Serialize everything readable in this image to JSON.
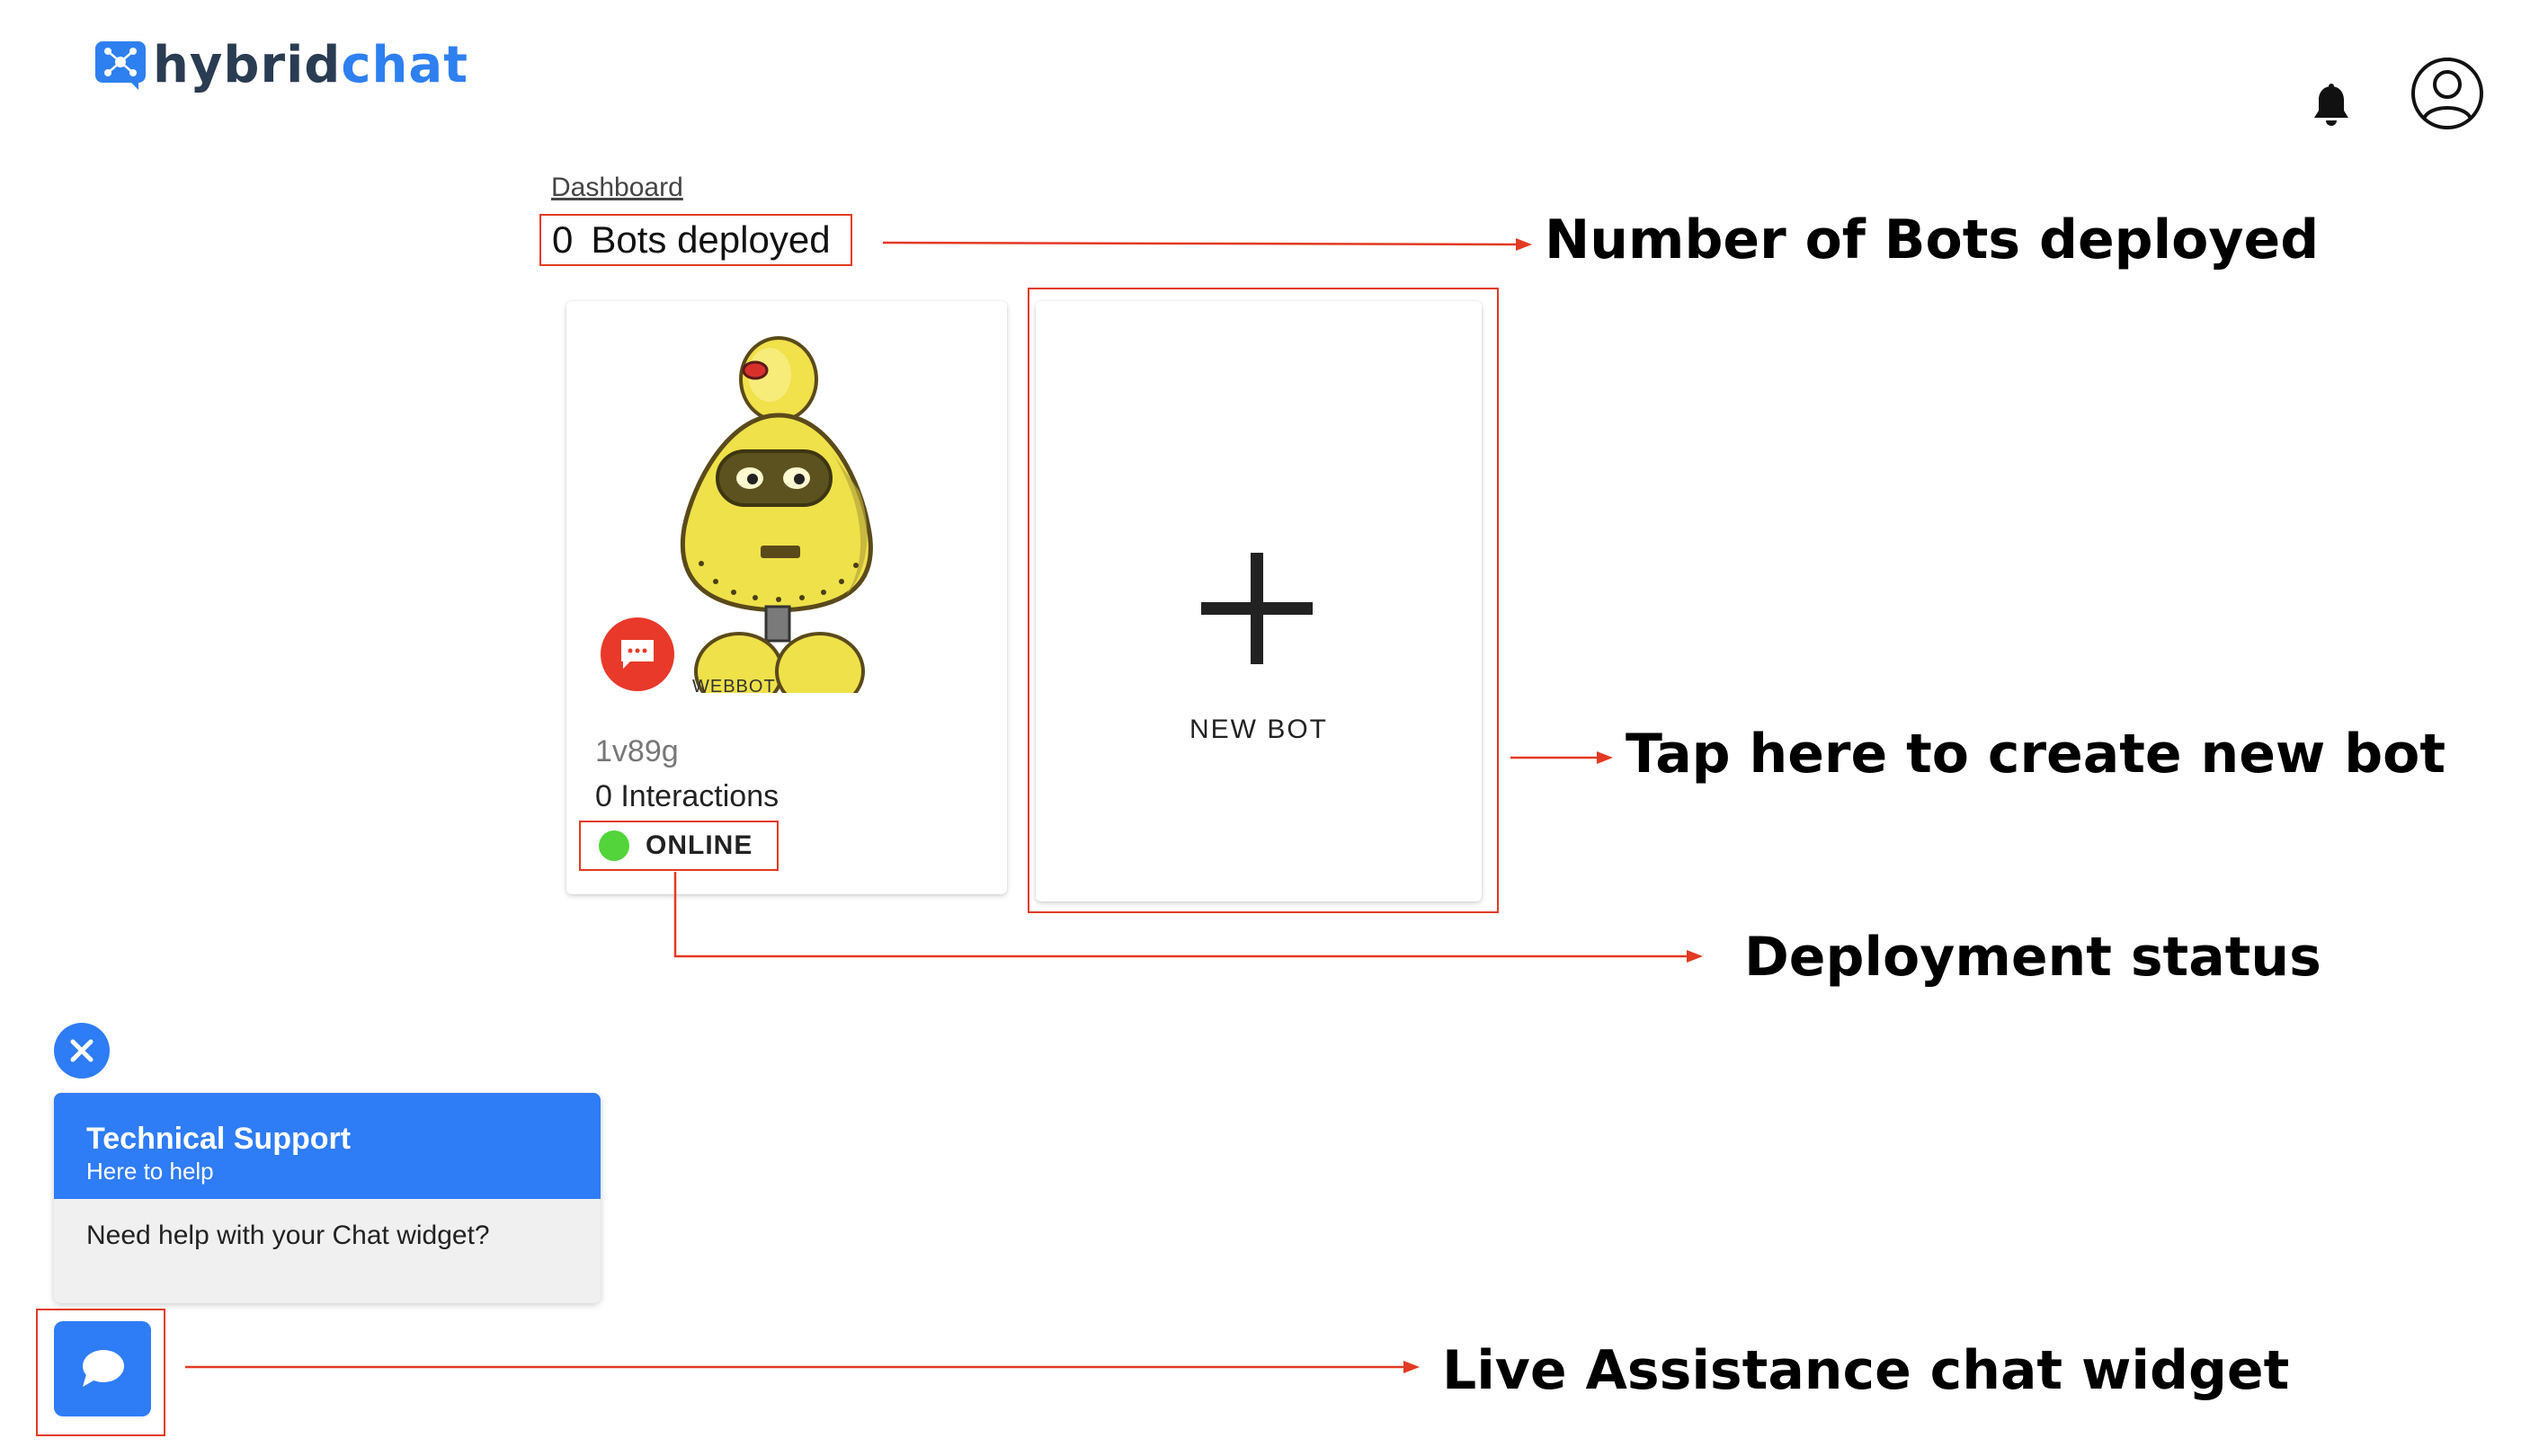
{
  "header": {
    "brand_prefix": "hybrid",
    "brand_suffix": "chat",
    "notification_icon": "bell-icon",
    "profile_icon": "user-circle-icon"
  },
  "dashboard": {
    "breadcrumb": "Dashboard",
    "bots_count": "0",
    "bots_count_label": "Bots deployed"
  },
  "bot_card": {
    "type_label": "WEBBOT",
    "name": "1v89g",
    "interactions": "0 Interactions",
    "status": "ONLINE",
    "status_color": "#52d43a"
  },
  "new_bot": {
    "label": "NEW BOT"
  },
  "annotations": {
    "bots_deployed": "Number of Bots deployed",
    "create_bot": "Tap here to create new bot",
    "deployment_status": "Deployment status",
    "chat_widget": "Live Assistance chat widget"
  },
  "chat_widget": {
    "title": "Technical Support",
    "subtitle": "Here to help",
    "message": "Need help with your Chat widget?",
    "accent_color": "#2e7cf6"
  },
  "colors": {
    "annotation_red": "#e23a23",
    "brand_dark": "#2a3c52",
    "brand_blue": "#2e80f0"
  }
}
